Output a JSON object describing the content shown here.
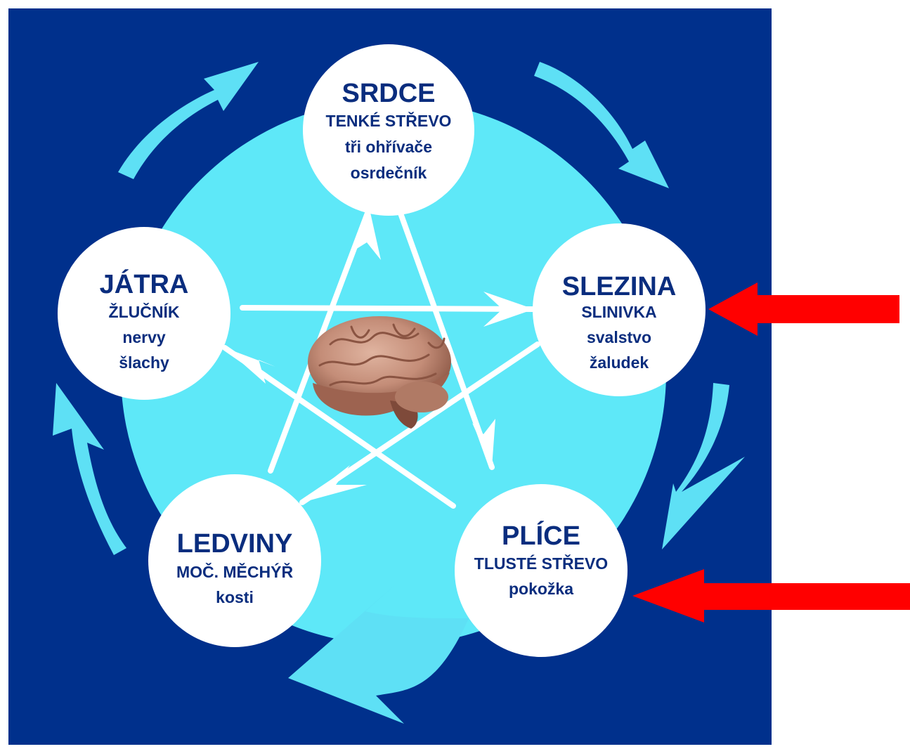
{
  "colors": {
    "background": "#00308c",
    "inner_circle": "#5ee8f8",
    "outer_arrows": "#5ee0f5",
    "node_fill": "#ffffff",
    "node_text": "#0a2d7e",
    "star_lines": "#ffffff",
    "pointer_arrows": "#ff0000"
  },
  "center_icon": "brain-icon",
  "nodes": {
    "srdce": {
      "title": "SRDCE",
      "lines": [
        "TENKÉ STŘEVO",
        "tři ohřívače",
        "osrdečník"
      ]
    },
    "slezina": {
      "title": "SLEZINA",
      "lines": [
        "SLINIVKA",
        "svalstvo",
        "žaludek"
      ]
    },
    "plice": {
      "title": "PLÍCE",
      "lines": [
        "TLUSTÉ STŘEVO",
        "pokožka"
      ]
    },
    "ledviny": {
      "title": "LEDVINY",
      "lines": [
        "MOČ. MĚCHÝŘ",
        "kosti"
      ]
    },
    "jatra": {
      "title": "JÁTRA",
      "lines": [
        "ŽLUČNÍK",
        "nervy",
        "šlachy"
      ]
    }
  },
  "pointers": [
    "slezina",
    "plice"
  ]
}
